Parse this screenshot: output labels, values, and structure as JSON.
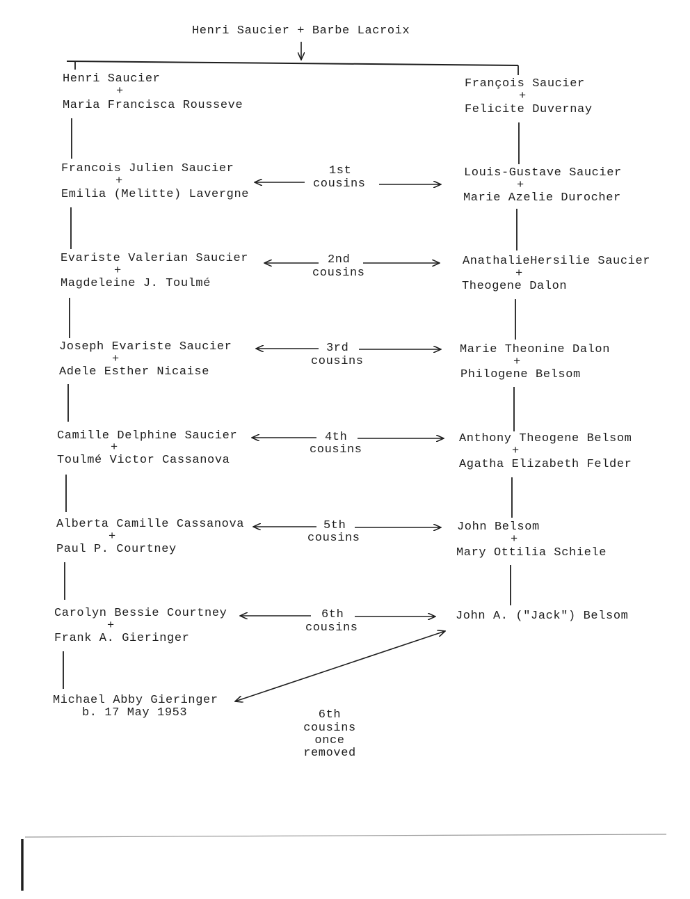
{
  "root": {
    "couple": "Henri Saucier + Barbe Lacroix"
  },
  "plus_sign": "+",
  "left_line": [
    {
      "name": "Henri Saucier",
      "spouse": "Maria Francisca Rousseve"
    },
    {
      "name": "Francois Julien Saucier",
      "spouse": "Emilia (Melitte) Lavergne"
    },
    {
      "name": "Evariste Valerian Saucier",
      "spouse": "Magdeleine J. Toulmé"
    },
    {
      "name": "Joseph Evariste Saucier",
      "spouse": "Adele Esther Nicaise"
    },
    {
      "name": "Camille Delphine Saucier",
      "spouse": "Toulmé Victor Cassanova"
    },
    {
      "name": "Alberta Camille Cassanova",
      "spouse": "Paul P. Courtney"
    },
    {
      "name": "Carolyn Bessie Courtney",
      "spouse": "Frank A. Gieringer"
    },
    {
      "name": "Michael Abby Gieringer",
      "born": "b. 17 May 1953"
    }
  ],
  "right_line": [
    {
      "name": "François Saucier",
      "spouse": "Felicite Duvernay"
    },
    {
      "name": "Louis-Gustave Saucier",
      "spouse": "Marie Azelie Durocher"
    },
    {
      "name": "AnathalieHersilie Saucier",
      "spouse": "Theogene Dalon"
    },
    {
      "name": "Marie Theonine Dalon",
      "spouse": "Philogene Belsom"
    },
    {
      "name": "Anthony Theogene Belsom",
      "spouse": "Agatha Elizabeth Felder"
    },
    {
      "name": "John Belsom",
      "spouse": "Mary Ottilia Schiele"
    },
    {
      "name": "John A. (\"Jack\") Belsom"
    }
  ],
  "relations": [
    {
      "ordinal": "1st",
      "word": "cousins"
    },
    {
      "ordinal": "2nd",
      "word": "cousins"
    },
    {
      "ordinal": "3rd",
      "word": "cousins"
    },
    {
      "ordinal": "4th",
      "word": "cousins"
    },
    {
      "ordinal": "5th",
      "word": "cousins"
    },
    {
      "ordinal": "6th",
      "word": "cousins"
    }
  ],
  "removed_relation": [
    "6th",
    "cousins",
    "once",
    "removed"
  ]
}
